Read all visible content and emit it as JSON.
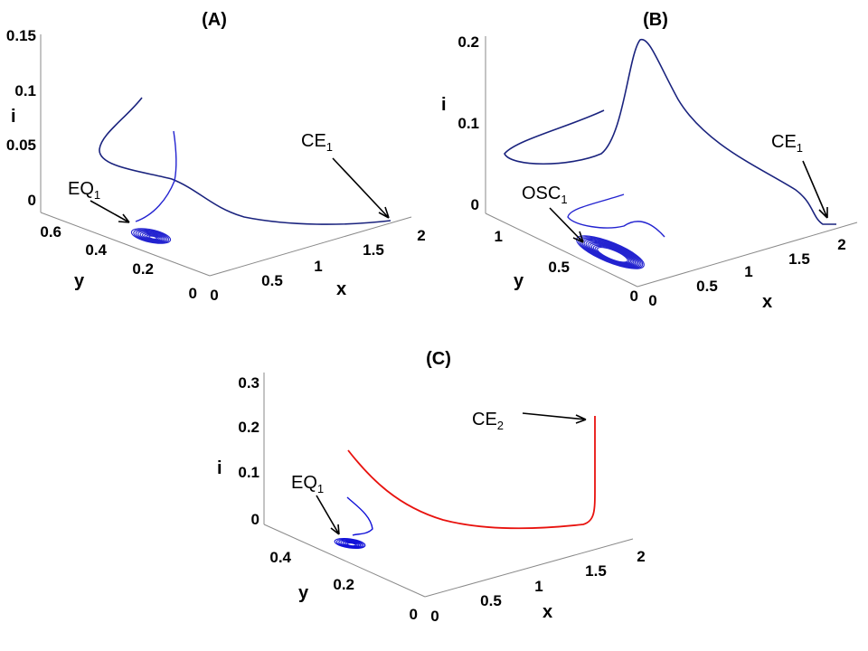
{
  "chart_data": [
    {
      "panel": "(A)",
      "type": "line",
      "projection": "3d",
      "axes": {
        "x": {
          "label": "x",
          "ticks": [
            "0",
            "0.5",
            "1",
            "1.5",
            "2"
          ],
          "range": [
            0,
            2
          ]
        },
        "y": {
          "label": "y",
          "ticks": [
            "0",
            "0.2",
            "0.4",
            "0.6"
          ],
          "range": [
            0,
            0.7
          ]
        },
        "z": {
          "label": "i",
          "ticks": [
            "0",
            "0.05",
            "0.1",
            "0.15"
          ],
          "range": [
            0,
            0.15
          ]
        }
      },
      "annotations": [
        {
          "label": "EQ",
          "subscript": "1"
        },
        {
          "label": "CE",
          "subscript": "1"
        }
      ],
      "series_color": "#1a237e",
      "series": [
        {
          "points": [
            [
              0.22,
              0.62,
              0.125
            ],
            [
              0.2,
              0.6,
              0.1
            ],
            [
              0.2,
              0.58,
              0.075
            ],
            [
              0.26,
              0.55,
              0.06
            ],
            [
              0.35,
              0.5,
              0.052
            ],
            [
              0.45,
              0.45,
              0.045
            ],
            [
              0.6,
              0.38,
              0.035
            ],
            [
              0.8,
              0.3,
              0.022
            ],
            [
              1.0,
              0.22,
              0.012
            ],
            [
              1.2,
              0.15,
              0.006
            ],
            [
              1.4,
              0.08,
              0.002
            ],
            [
              1.6,
              0.02,
              0.0
            ]
          ]
        },
        {
          "points": [
            [
              0.5,
              0.55,
              0.1
            ],
            [
              0.52,
              0.52,
              0.08
            ],
            [
              0.5,
              0.48,
              0.06
            ],
            [
              0.45,
              0.42,
              0.045
            ],
            [
              0.38,
              0.36,
              0.03
            ],
            [
              0.32,
              0.32,
              0.015
            ],
            [
              0.28,
              0.3,
              0.005
            ],
            [
              0.25,
              0.3,
              0.0
            ]
          ]
        }
      ],
      "attractor": {
        "type": "spiral",
        "center": [
          0.35,
          0.28,
          0.0
        ],
        "color": "#2323d0"
      }
    },
    {
      "panel": "(B)",
      "type": "line",
      "projection": "3d",
      "axes": {
        "x": {
          "label": "x",
          "ticks": [
            "0",
            "0.5",
            "1",
            "1.5",
            "2"
          ],
          "range": [
            0,
            2
          ]
        },
        "y": {
          "label": "y",
          "ticks": [
            "0",
            "0.5",
            "1"
          ],
          "range": [
            0,
            1.2
          ]
        },
        "z": {
          "label": "i",
          "ticks": [
            "0",
            "0.1",
            "0.2"
          ],
          "range": [
            0,
            0.2
          ]
        }
      },
      "annotations": [
        {
          "label": "OSC",
          "subscript": "1"
        },
        {
          "label": "CE",
          "subscript": "1"
        }
      ],
      "series_color": "#1a237e",
      "series": [
        {
          "points": [
            [
              0.45,
              1.1,
              0.12
            ],
            [
              0.3,
              1.05,
              0.09
            ],
            [
              0.2,
              1.0,
              0.06
            ],
            [
              0.25,
              0.95,
              0.045
            ],
            [
              0.4,
              0.9,
              0.045
            ],
            [
              0.55,
              0.85,
              0.06
            ],
            [
              0.7,
              0.78,
              0.12
            ],
            [
              0.8,
              0.72,
              0.19
            ],
            [
              0.9,
              0.66,
              0.2
            ],
            [
              1.0,
              0.58,
              0.17
            ],
            [
              1.2,
              0.45,
              0.11
            ],
            [
              1.4,
              0.32,
              0.06
            ],
            [
              1.6,
              0.2,
              0.03
            ],
            [
              1.8,
              0.1,
              0.01
            ],
            [
              1.95,
              0.05,
              0.0
            ]
          ]
        },
        {
          "points": [
            [
              0.65,
              0.7,
              0.03
            ],
            [
              0.55,
              0.65,
              0.02
            ],
            [
              0.5,
              0.6,
              0.012
            ],
            [
              0.55,
              0.55,
              0.01
            ],
            [
              0.65,
              0.5,
              0.015
            ],
            [
              0.75,
              0.45,
              0.01
            ],
            [
              0.8,
              0.4,
              0.0
            ]
          ]
        }
      ],
      "attractor": {
        "type": "limit-cycle",
        "center": [
          0.55,
          0.45,
          0.0
        ],
        "color": "#2323d0"
      }
    },
    {
      "panel": "(C)",
      "type": "line",
      "projection": "3d",
      "axes": {
        "x": {
          "label": "x",
          "ticks": [
            "0",
            "0.5",
            "1",
            "1.5",
            "2"
          ],
          "range": [
            0,
            2
          ]
        },
        "y": {
          "label": "y",
          "ticks": [
            "0",
            "0.2",
            "0.4"
          ],
          "range": [
            0,
            0.5
          ]
        },
        "z": {
          "label": "i",
          "ticks": [
            "0",
            "0.1",
            "0.2",
            "0.3"
          ],
          "range": [
            0,
            0.3
          ]
        }
      },
      "annotations": [
        {
          "label": "EQ",
          "subscript": "1"
        },
        {
          "label": "CE",
          "subscript": "2"
        }
      ],
      "series": [
        {
          "color": "#e8120e",
          "points": [
            [
              0.3,
              0.45,
              0.14
            ],
            [
              0.5,
              0.4,
              0.08
            ],
            [
              0.7,
              0.35,
              0.045
            ],
            [
              0.9,
              0.28,
              0.025
            ],
            [
              1.1,
              0.22,
              0.015
            ],
            [
              1.3,
              0.15,
              0.012
            ],
            [
              1.5,
              0.09,
              0.012
            ],
            [
              1.65,
              0.05,
              0.03
            ],
            [
              1.68,
              0.05,
              0.1
            ],
            [
              1.68,
              0.05,
              0.22
            ]
          ]
        },
        {
          "color": "#1212d8",
          "points": [
            [
              0.3,
              0.3,
              0.045
            ],
            [
              0.35,
              0.28,
              0.025
            ],
            [
              0.4,
              0.26,
              0.01
            ],
            [
              0.38,
              0.25,
              0.005
            ],
            [
              0.3,
              0.25,
              0.0
            ]
          ]
        }
      ],
      "attractor": {
        "type": "spiral",
        "center": [
          0.3,
          0.22,
          0.0
        ],
        "color": "#1212d8"
      }
    }
  ]
}
